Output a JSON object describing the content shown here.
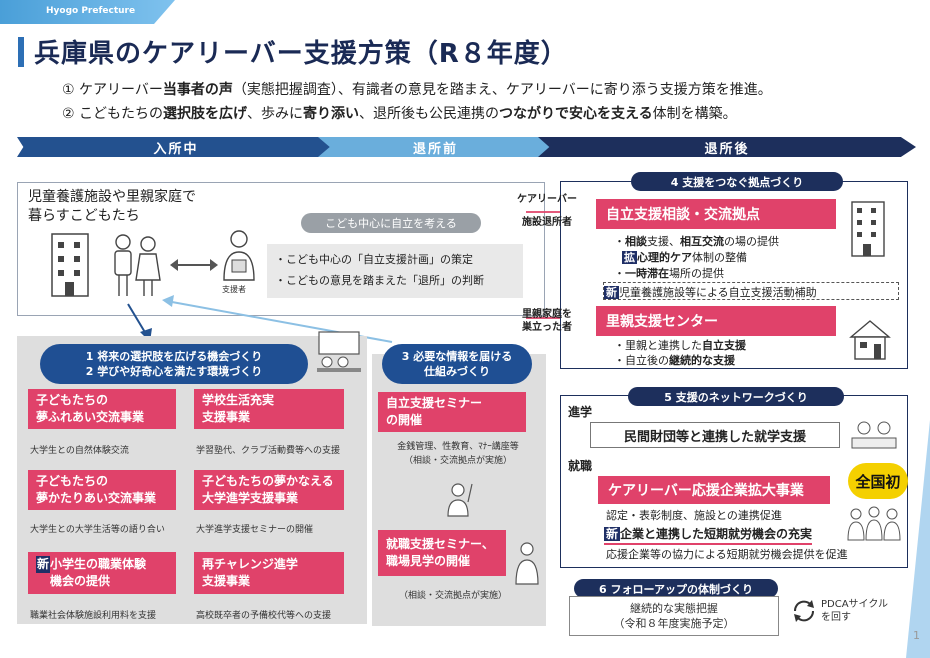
{
  "header": {
    "org": "Hyogo Prefecture",
    "title": "兵庫県のケアリーバー支援方策（R８年度）",
    "line1": {
      "p1": "①  ケアリーバー",
      "b1": "当事者の声",
      "p2": "（実態把握調査）、有識者の意見を踏まえ、ケアリーバーに寄り添う支援方策を推進。"
    },
    "line2": {
      "p1": "②  こどもたちの",
      "b1": "選択肢を広げ",
      "p2": "、歩みに",
      "b2": "寄り添い",
      "p3": "、退所後も公民連携の",
      "b3": "つながりで安心を支える",
      "p4": "体制を構築。"
    }
  },
  "phases": [
    "入所中",
    "退所前",
    "退所後"
  ],
  "child_box": {
    "text1": "児童養護施設や里親家庭で",
    "text2": "暮らすこどもたち",
    "pill": "こども中心に自立を考える",
    "bullets": [
      "・こども中心の「自立支援計画」の策定",
      "・こどもの意見を踏まえた「退所」の判断"
    ],
    "supporter": "支援者"
  },
  "section1": {
    "header1": "1  将来の選択肢を広げる機会づくり",
    "header2": "2  学びや好奇心を満たす環境づくり",
    "cards": [
      {
        "l1": "子どもたちの",
        "l2": "夢ふれあい交流事業",
        "cap": "大学生との自然体験交流"
      },
      {
        "l1": "学校生活充実",
        "l2": "支援事業",
        "cap": "学習塾代、クラブ活動費等への支援"
      },
      {
        "l1": "子どもたちの",
        "l2": "夢かたりあい交流事業",
        "cap": "大学生との大学生活等の語り合い"
      },
      {
        "l1": "子どもたちの夢かなえる",
        "l2": "大学進学支援事業",
        "cap": "大学進学支援セミナーの開催"
      },
      {
        "new": "新",
        "l1": "小学生の職業体験",
        "l2": "機会の提供",
        "cap": "職業社会体験施設利用料を支援"
      },
      {
        "l1": "再チャレンジ進学",
        "l2": "支援事業",
        "cap": "高校既卒者の予備校代等への支援"
      }
    ]
  },
  "section3": {
    "header1": "3  必要な情報を届ける",
    "header2": "仕組みづくり",
    "cards": [
      {
        "l1": "自立支援セミナー",
        "l2": "の開催",
        "cap1": "金銭管理、性教育、ﾏﾅｰ講座等",
        "cap2": "（相談・交流拠点が実施）"
      },
      {
        "l1": "就職支援セミナー、",
        "l2": "職場見学の開催",
        "cap1": "（相談・交流拠点が実施）"
      }
    ]
  },
  "section4": {
    "header": "4  支援をつなぐ拠点づくり",
    "label1a": "ケアリーバー",
    "label1b": "施設退所者",
    "label2a": "里親家庭を",
    "label2b": "巣立った者",
    "card1": "自立支援相談・交流拠点",
    "card1_lines": [
      {
        "pre": "・",
        "b": "相談",
        "mid": "支援、",
        "b2": "相互交流",
        "post": "の場の提供"
      },
      {
        "tag": "拡",
        "b": "心理的ケア",
        "post": "体制の整備"
      },
      {
        "pre": "・",
        "b": "一時滞在",
        "post": "場所の提供"
      }
    ],
    "dashed": {
      "tag": "新",
      "text": "児童養護施設等による自立支援活動補助"
    },
    "card2": "里親支援センター",
    "card2_lines": [
      {
        "pre": "・里親と連携した",
        "b": "自立支援"
      },
      {
        "pre": "・自立後の",
        "b": "継続的な支援"
      }
    ]
  },
  "section5": {
    "header": "5  支援のネットワークづくり",
    "label_shingaku": "進学",
    "label_shushoku": "就職",
    "box1": "民間財団等と連携した就学支援",
    "card": "ケアリーバー応援企業拡大事業",
    "card_cap": "認定・表彰制度、施設との連携促進",
    "badge": "全国初",
    "new_tag": "新",
    "new_line": "企業と連携した短期就労機会の充実",
    "new_cap": "応援企業等の協力による短期就労機会提供を促進"
  },
  "section6": {
    "header": "6  フォローアップの体制づくり",
    "box_l1": "継続的な実態把握",
    "box_l2": "（令和８年度実施予定）",
    "pdca_l1": "PDCAサイクル",
    "pdca_l2": "を回す"
  },
  "page_number": "1",
  "colors": {
    "navy": "#1d2f5c",
    "blue": "#1f4f93",
    "lightblue": "#6aaedc",
    "pink": "#e0426a",
    "yellow": "#f4d000"
  }
}
